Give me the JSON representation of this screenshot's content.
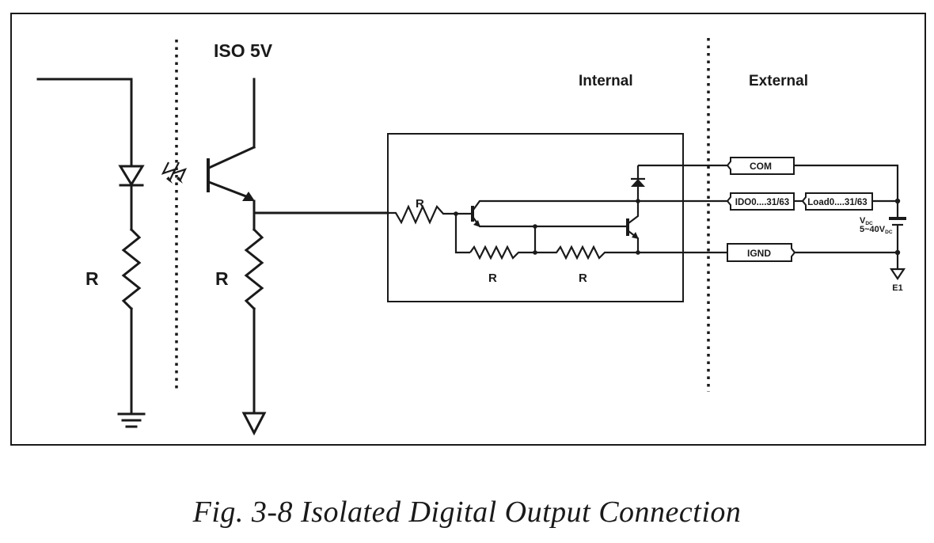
{
  "labels": {
    "supply": "ISO 5V",
    "internal": "Internal",
    "external": "External",
    "resistor": "R",
    "com": "COM",
    "ido": "IDO0....31/63",
    "load": "Load0....31/63",
    "ignd": "IGND",
    "vdc_main": "V",
    "vdc_sub": "DC",
    "vrange_main": "5~40V",
    "vrange_sub": "DC",
    "ground_ref": "E1"
  },
  "caption": "Fig. 3-8  Isolated Digital Output Connection"
}
